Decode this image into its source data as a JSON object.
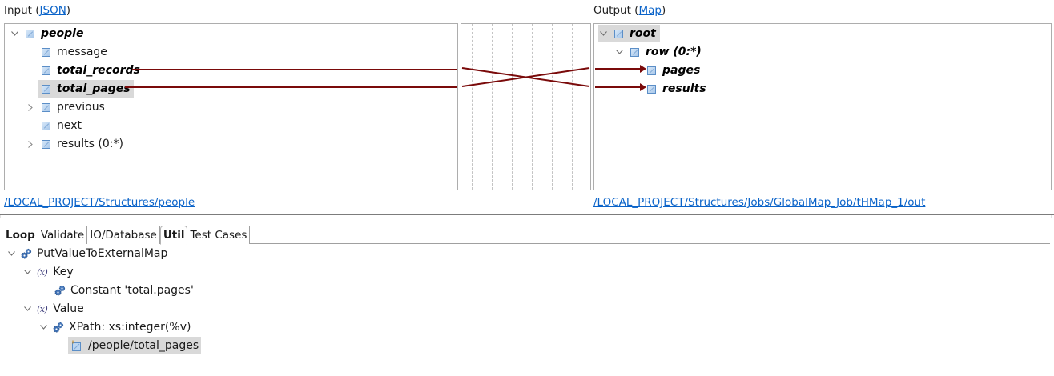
{
  "input": {
    "label_prefix": "Input (",
    "label_link": "JSON",
    "label_suffix": ")",
    "tree": [
      {
        "label": "people",
        "style": "bold-italic",
        "expander": "expanded",
        "depth": 0
      },
      {
        "label": "message",
        "style": "normal",
        "expander": "none",
        "depth": 1
      },
      {
        "label": "total_records",
        "style": "bold-italic",
        "expander": "none",
        "depth": 1
      },
      {
        "label": "total_pages",
        "style": "bold-italic",
        "expander": "none",
        "depth": 1,
        "selected": true
      },
      {
        "label": "previous",
        "style": "normal",
        "expander": "collapsed",
        "depth": 1
      },
      {
        "label": "next",
        "style": "normal",
        "expander": "none",
        "depth": 1
      },
      {
        "label": "results (0:*)",
        "style": "normal",
        "expander": "collapsed",
        "depth": 1
      }
    ],
    "path": "/LOCAL_PROJECT/Structures/people"
  },
  "output": {
    "label_prefix": "Output (",
    "label_link": "Map",
    "label_suffix": ")",
    "tree": [
      {
        "label": "root",
        "style": "bold-italic",
        "expander": "expanded",
        "depth": 0,
        "selected": true
      },
      {
        "label": "row (0:*)",
        "style": "bold-italic",
        "expander": "expanded",
        "depth": 1
      },
      {
        "label": "pages",
        "style": "bold-italic",
        "expander": "none",
        "depth": 2
      },
      {
        "label": "results",
        "style": "bold-italic",
        "expander": "none",
        "depth": 2
      }
    ],
    "path": "/LOCAL_PROJECT/Structures/Jobs/GlobalMap_Job/tHMap_1/out"
  },
  "mappings": [
    {
      "from": "total_records",
      "to": "results"
    },
    {
      "from": "total_pages",
      "to": "pages"
    }
  ],
  "colors": {
    "link_line": "#7a0a0a",
    "link_text": "#0a63c9",
    "selection": "#d9d9d9"
  },
  "tabs": [
    {
      "label": "Loop",
      "bold": true
    },
    {
      "label": "Validate"
    },
    {
      "label": "IO/Database"
    },
    {
      "label": "Util",
      "active": true
    },
    {
      "label": "Test Cases"
    }
  ],
  "expression_tree": [
    {
      "label": "PutValueToExternalMap",
      "icon": "gear-icon",
      "expander": "expanded",
      "depth": 0
    },
    {
      "label": "Key",
      "icon": "variable-icon",
      "expander": "expanded",
      "depth": 1
    },
    {
      "label": "Constant 'total.pages'",
      "icon": "gear-icon",
      "expander": "none",
      "depth": 2
    },
    {
      "label": "Value",
      "icon": "variable-icon",
      "expander": "expanded",
      "depth": 1
    },
    {
      "label": "XPath: xs:integer(%v)",
      "icon": "gear-icon",
      "expander": "expanded",
      "depth": 2
    },
    {
      "label": "/people/total_pages",
      "icon": "element-ref-icon",
      "expander": "none",
      "depth": 3,
      "selected": true
    }
  ]
}
